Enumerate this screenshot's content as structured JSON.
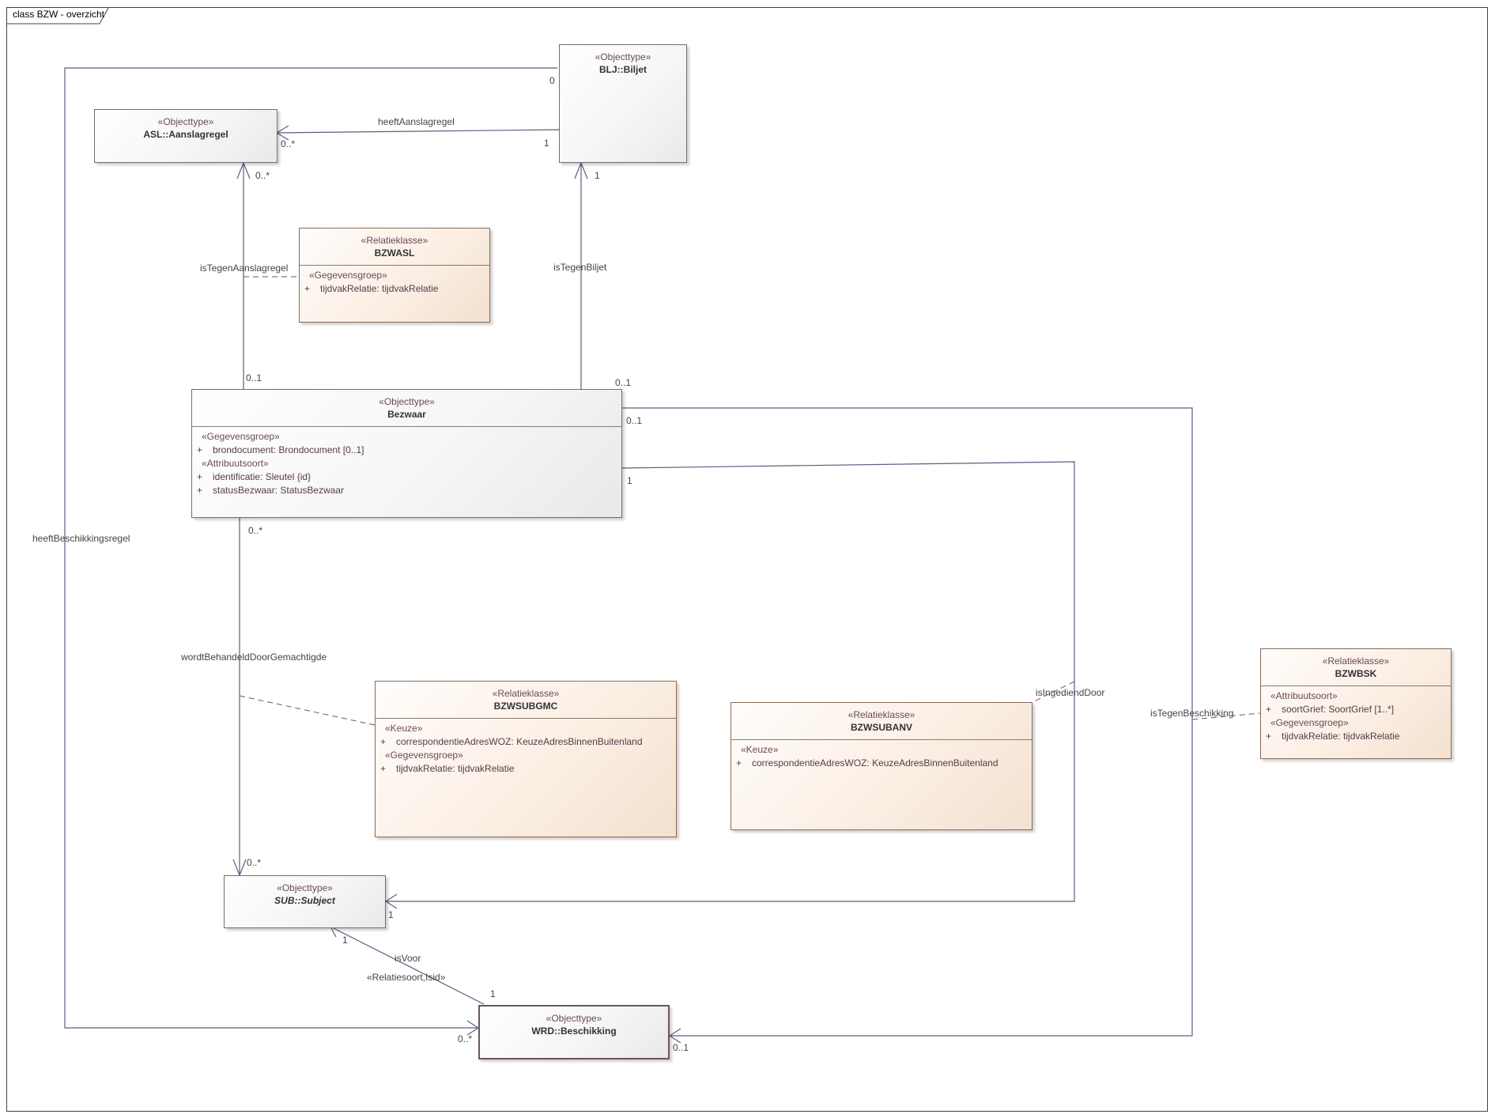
{
  "frame": {
    "title": "class BZW - overzicht"
  },
  "classes": {
    "biljet": {
      "stereotype": "«Objecttype»",
      "name": "BLJ::Biljet"
    },
    "aanslagregel": {
      "stereotype": "«Objecttype»",
      "name": "ASL::Aanslagregel"
    },
    "bzwasl": {
      "stereotype": "«Relatieklasse»",
      "name": "BZWASL",
      "group": "«Gegevensgroep»",
      "attr": {
        "vis": "+",
        "text": "tijdvakRelatie: tijdvakRelatie"
      }
    },
    "bezwaar": {
      "stereotype": "«Objecttype»",
      "name": "Bezwaar",
      "group1": "«Gegevensgroep»",
      "attr1": {
        "vis": "+",
        "text": "brondocument: Brondocument [0..1]"
      },
      "group2": "«Attribuutsoort»",
      "attr2": {
        "vis": "+",
        "text": "identificatie: Sleutel {id}"
      },
      "attr3": {
        "vis": "+",
        "text": "statusBezwaar: StatusBezwaar"
      }
    },
    "bzwsubgmc": {
      "stereotype": "«Relatieklasse»",
      "name": "BZWSUBGMC",
      "group1": "«Keuze»",
      "attr1": {
        "vis": "+",
        "text": "correspondentieAdresWOZ: KeuzeAdresBinnenBuitenland"
      },
      "group2": "«Gegevensgroep»",
      "attr2": {
        "vis": "+",
        "text": "tijdvakRelatie: tijdvakRelatie"
      }
    },
    "bzwsubanv": {
      "stereotype": "«Relatieklasse»",
      "name": "BZWSUBANV",
      "group1": "«Keuze»",
      "attr1": {
        "vis": "+",
        "text": "correspondentieAdresWOZ: KeuzeAdresBinnenBuitenland"
      }
    },
    "bzwbsk": {
      "stereotype": "«Relatieklasse»",
      "name": "BZWBSK",
      "group1": "«Attribuutsoort»",
      "attr1": {
        "vis": "+",
        "text": "soortGrief: SoortGrief [1..*]"
      },
      "group2": "«Gegevensgroep»",
      "attr2": {
        "vis": "+",
        "text": "tijdvakRelatie: tijdvakRelatie"
      }
    },
    "subject": {
      "stereotype": "«Objecttype»",
      "name": "SUB::Subject"
    },
    "beschikking": {
      "stereotype": "«Objecttype»",
      "name": "WRD::Beschikking"
    }
  },
  "associations": {
    "heeftAanslagregel": "heeftAanslagregel",
    "isTegenAanslagregel": "isTegenAanslagregel",
    "isTegenBiljet": "isTegenBiljet",
    "heeftBeschikkingsregel": "heeftBeschikkingsregel",
    "wordtBehandeldDoorGemachtigde": "wordtBehandeldDoorGemachtigde",
    "isIngediendDoor": "isIngediendDoor",
    "isTegenBeschikking": "isTegenBeschikking",
    "isVoor": "isVoor",
    "isVoorStereotype": "«Relatiesoort,Isid»"
  },
  "multiplicities": {
    "biljet_top": "0",
    "aanslagregel_target": "0..*",
    "biljet_source": "1",
    "aanslagregel_bottom": "0..*",
    "biljet_bottom": "1",
    "bezwaar_top_left": "0..1",
    "bezwaar_top_right": "0..1",
    "bezwaar_right_upper": "0..1",
    "bezwaar_right_lower": "1",
    "bezwaar_bottom": "0..*",
    "subject_top": "0..*",
    "subject_right": "1",
    "subject_bottom": "1",
    "beschikking_top": "1",
    "beschikking_left": "0..*",
    "beschikking_right": "0..1"
  }
}
